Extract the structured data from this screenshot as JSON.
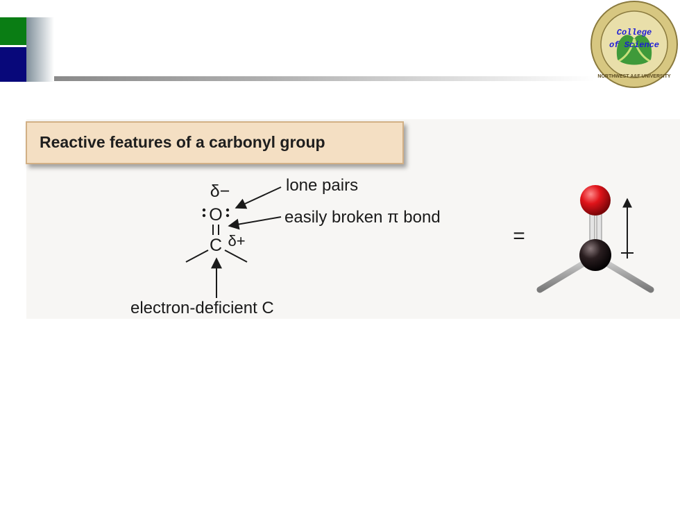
{
  "heading": "Reactive features of a carbonyl group",
  "labels": {
    "lone_pairs": "lone pairs",
    "pi_bond": "easily broken π bond",
    "electron_deficient": "electron-deficient C",
    "delta_minus": "δ−",
    "delta_plus": "δ+",
    "oxygen": "O",
    "carbon": "C",
    "equals": "="
  },
  "logo": {
    "line1": "College",
    "line2": "of Science",
    "ring_text": "NORTHWEST A&F UNIVERSITY"
  },
  "colors": {
    "green_block": "#0a7d14",
    "navy_block": "#08087a",
    "heading_fill": "#f4dfc3",
    "oxygen_atom": "#e0141a",
    "carbon_atom": "#1e1416"
  }
}
